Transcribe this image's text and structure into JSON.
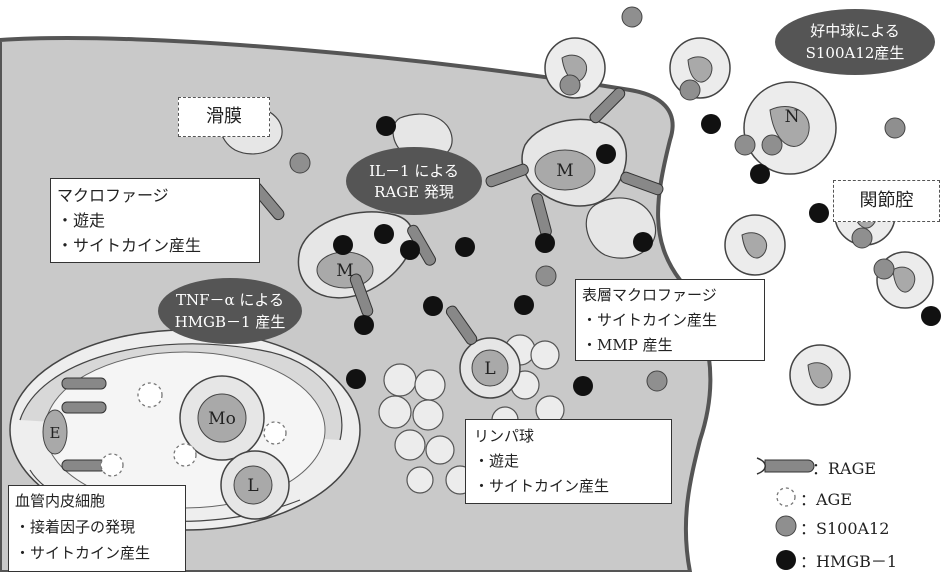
{
  "labels": {
    "synovium": "滑膜",
    "joint_cavity": "関節腔",
    "neutrophil_note": [
      "好中球による",
      "S100A12産生"
    ],
    "il1_note": [
      "IL－1 による",
      "RAGE 発現"
    ],
    "tnf_note": [
      "TNF－α による",
      "HMGB－1 産生"
    ]
  },
  "cells": {
    "macrophage_M": "M",
    "neutrophil_N": "N",
    "lymphocyte_L": "L",
    "monocyte_Mo": "Mo",
    "endothelial_E": "E"
  },
  "boxes": {
    "macrophage": [
      "マクロファージ",
      "・遊走",
      "・サイトカイン産生"
    ],
    "surface_macrophage": [
      "表層マクロファージ",
      "・サイトカイン産生",
      "・MMP 産生"
    ],
    "lymphocyte": [
      "リンパ球",
      "・遊走",
      "・サイトカイン産生"
    ],
    "endothelial": [
      "血管内皮細胞",
      "・接着因子の発現",
      "・サイトカイン産生"
    ]
  },
  "legend": [
    {
      "icon": "rage-receptor",
      "label": "：RAGE"
    },
    {
      "icon": "age-dashed-circle",
      "label": "：AGE"
    },
    {
      "icon": "s100a12-gray-dot",
      "label": "：S100A12"
    },
    {
      "icon": "hmgb1-black-dot",
      "label": "：HMGB－1"
    }
  ],
  "colors": {
    "tissue": "#c9c9c9",
    "tissue_border": "#555555",
    "cell_fill": "#e6e6e6",
    "nucleus": "#a9a9a9",
    "s100a12": "#8f8f8f",
    "hmgb1": "#111111",
    "note_bubble": "#555555"
  }
}
